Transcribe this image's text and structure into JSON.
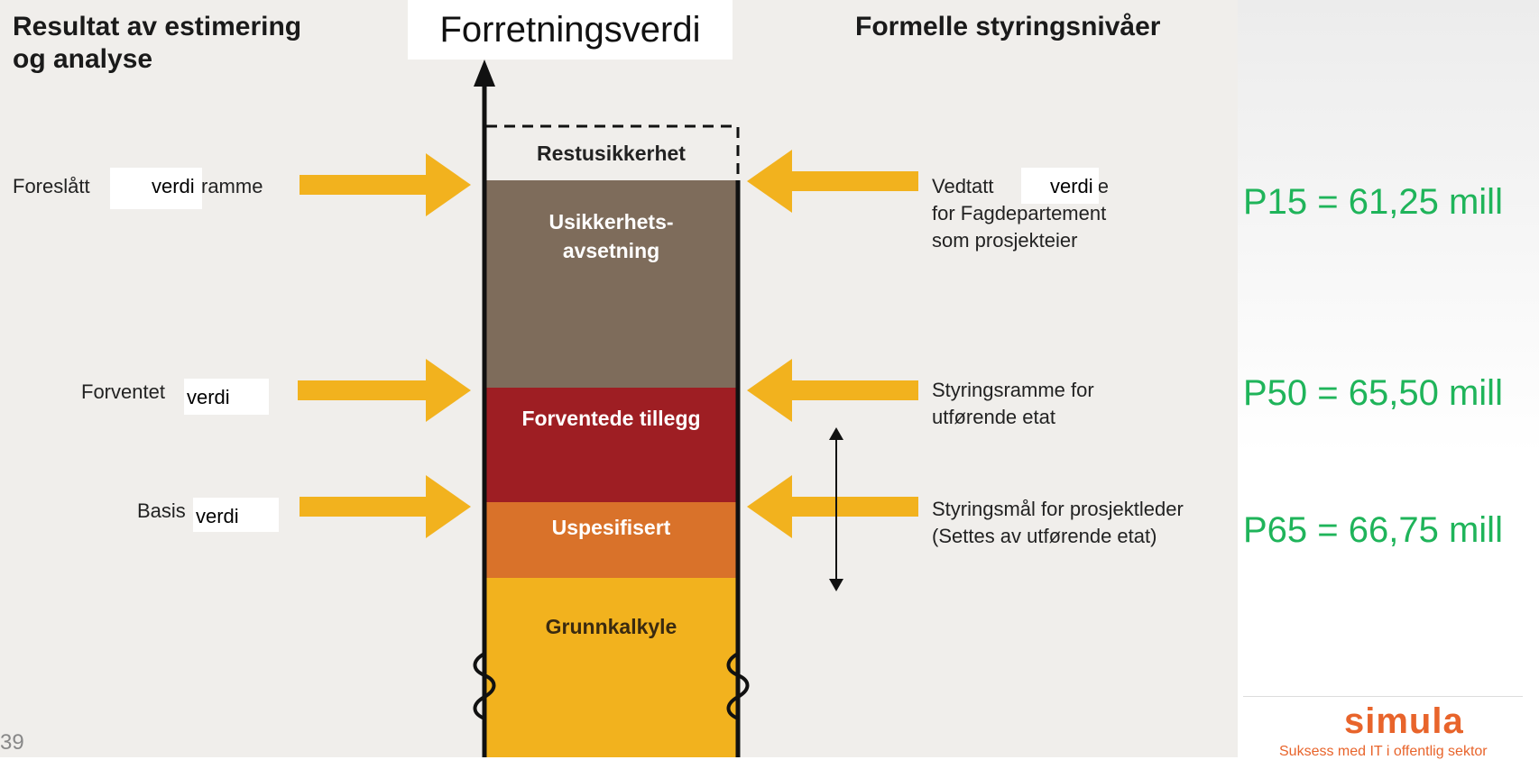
{
  "headers": {
    "left": "Resultat av estimering og analyse",
    "left_line1": "Resultat av estimering",
    "left_line2": "og analyse",
    "center": "Forretningsverdi",
    "right": "Formelle styringsnivåer"
  },
  "left_labels": {
    "foreslatt_a": "Foreslått",
    "foreslatt_b": "ramme",
    "foreslatt_patch": "verdi",
    "forventet": "Forventet",
    "forventet_patch": "verdi",
    "basis": "Basis",
    "basis_patch": "verdi"
  },
  "segments": {
    "restusikkerhet": "Restusikkerhet",
    "usikkerhets_line1": "Usikkerhets-",
    "usikkerhets_line2": "avsetning",
    "forventede_tillegg": "Forventede tillegg",
    "uspesifisert": "Uspesifisert",
    "grunnkalkyle": "Grunnkalkyle"
  },
  "right_labels": {
    "vedtatt_a": "Vedtatt",
    "vedtatt_patch": "verdi",
    "vedtatt_b": "ramme",
    "vedtatt_line2": "for Fagdepartement",
    "vedtatt_line3": "som prosjekteier",
    "styringsramme_line1": "Styringsramme for",
    "styringsramme_line2": "utførende etat",
    "styringsmaal_line1": "Styringsmål for prosjektleder",
    "styringsmaal_line2": "(Settes av utførende etat)"
  },
  "p_values": {
    "p15": "P15 = 61,25 mill",
    "p50": "P50 = 65,50 mill",
    "p65": "P65 = 66,75 mill"
  },
  "slide_number": "39",
  "logo": {
    "name": "simula",
    "tagline": "Suksess med IT i offentlig sektor"
  },
  "colors": {
    "arrow": "#f2b21e",
    "restusikkerhet": "#ffffff",
    "usikkerhetsavsetning": "#7e6c5b",
    "forventede_tillegg": "#9e1e23",
    "uspesifisert": "#d9722a",
    "grunnkalkyle": "#f2b21e",
    "p_value_text": "#1fb45a",
    "logo": "#e8642b"
  }
}
